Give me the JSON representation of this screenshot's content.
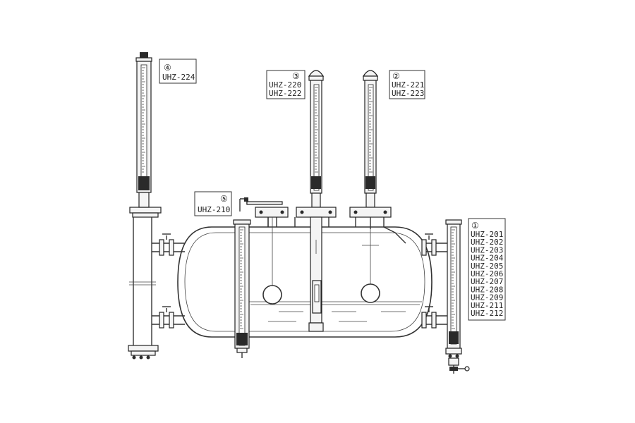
{
  "labels": {
    "group1": {
      "number": "①",
      "models": [
        "UHZ-201",
        "UHZ-202",
        "UHZ-203",
        "UHZ-204",
        "UHZ-205",
        "UHZ-206",
        "UHZ-207",
        "UHZ-208",
        "UHZ-209",
        "UHZ-211",
        "UHZ-212"
      ]
    },
    "group2": {
      "number": "②",
      "models": [
        "UHZ-221",
        "UHZ-223"
      ]
    },
    "group3": {
      "number": "③",
      "models": [
        "UHZ-220",
        "UHZ-222"
      ]
    },
    "group4": {
      "number": "④",
      "models": [
        "UHZ-224"
      ]
    },
    "group5": {
      "number": "⑤",
      "models": [
        "UHZ-210"
      ]
    }
  }
}
